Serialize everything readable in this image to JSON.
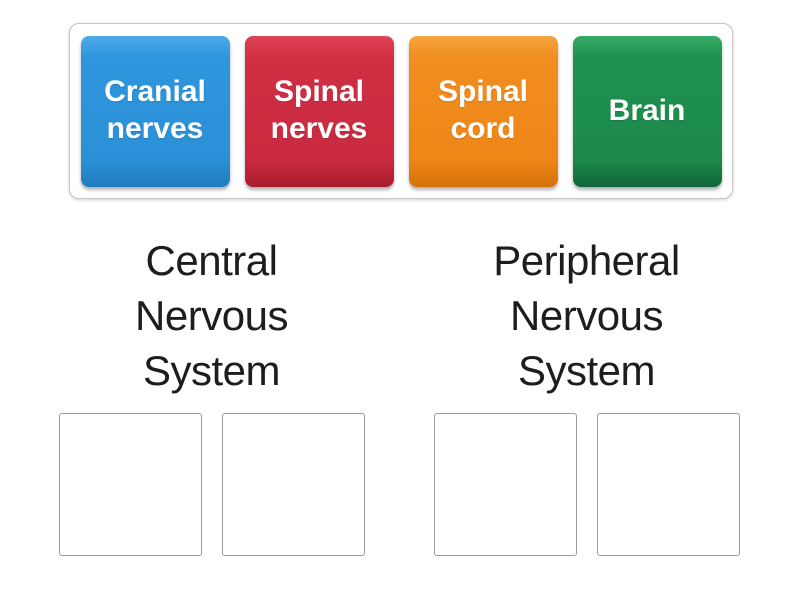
{
  "activity": {
    "type": "group-sort",
    "background_color": "#ffffff",
    "tile_text_color": "#ffffff",
    "heading_text_color": "#1d1d1d"
  },
  "tray": {
    "tiles": [
      {
        "label": "Cranial nerves",
        "color": "#2e96dd"
      },
      {
        "label": "Spinal nerves",
        "color": "#d02f44"
      },
      {
        "label": "Spinal cord",
        "color": "#f18e1f"
      },
      {
        "label": "Brain",
        "color": "#1f9150"
      }
    ]
  },
  "groups": [
    {
      "title": "Central Nervous System",
      "slot_count": 2
    },
    {
      "title": "Peripheral Nervous System",
      "slot_count": 2
    }
  ]
}
